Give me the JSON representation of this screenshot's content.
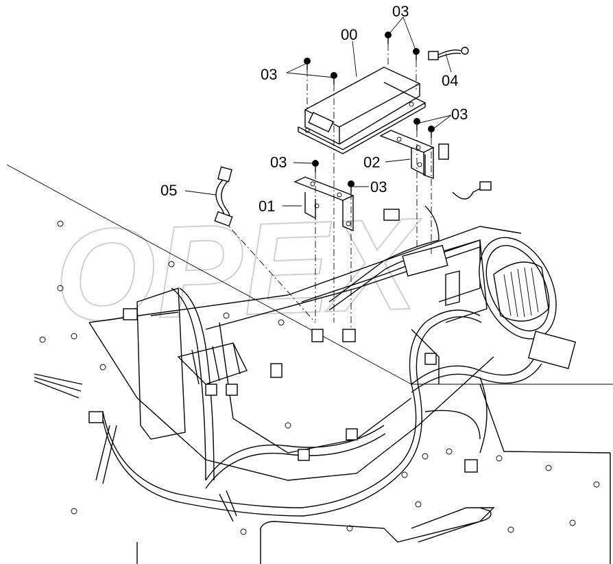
{
  "diagram": {
    "watermark": "OPEX",
    "callouts": [
      {
        "id": "00",
        "label": "00"
      },
      {
        "id": "01",
        "label": "01"
      },
      {
        "id": "02",
        "label": "02"
      },
      {
        "id": "03a",
        "label": "03"
      },
      {
        "id": "03b",
        "label": "03"
      },
      {
        "id": "03c",
        "label": "03"
      },
      {
        "id": "03d",
        "label": "03"
      },
      {
        "id": "03e",
        "label": "03"
      },
      {
        "id": "04",
        "label": "04"
      },
      {
        "id": "05",
        "label": "05"
      }
    ]
  }
}
